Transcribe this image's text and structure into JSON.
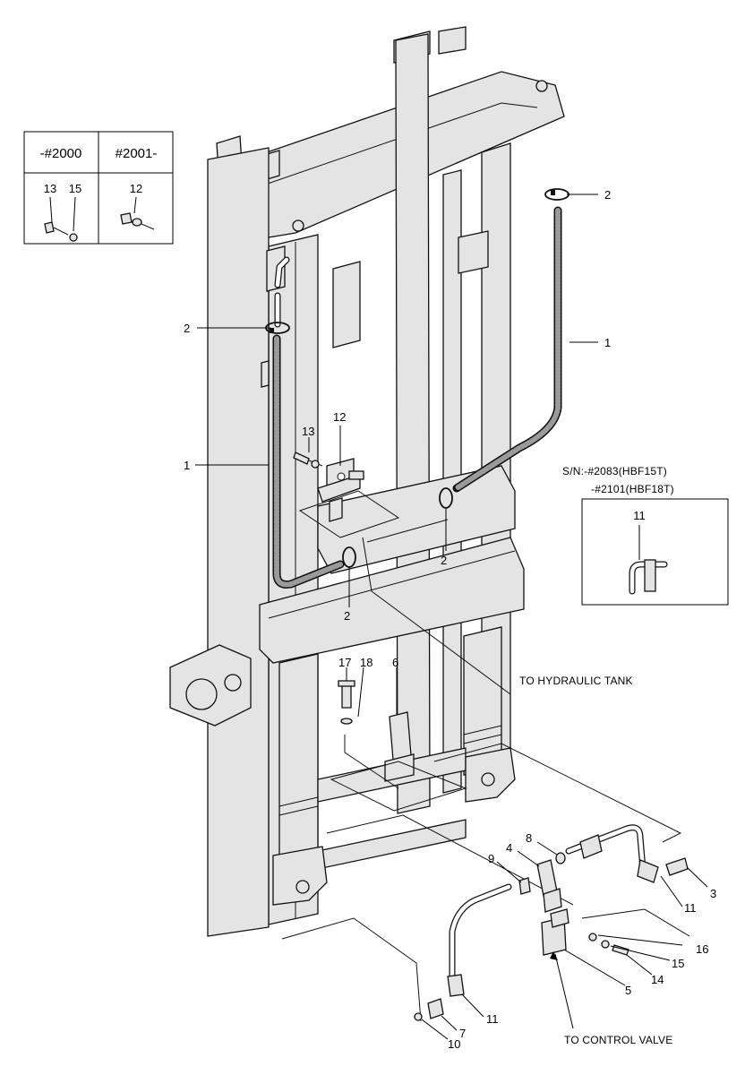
{
  "inset_table": {
    "col1_header": "-#2000",
    "col2_header": "#2001-",
    "col1_parts": [
      "13",
      "15"
    ],
    "col2_parts": [
      "12"
    ]
  },
  "inset_detail": {
    "line1": "S/N:-#2083(HBF15T)",
    "line2": "-#2101(HBF18T)",
    "part": "11"
  },
  "notes": {
    "hydraulic_tank": "TO HYDRAULIC TANK",
    "control_valve": "TO CONTROL VALVE"
  },
  "callouts": {
    "c2_top": "2",
    "c1_right": "1",
    "c2_left": "2",
    "c1_left": "1",
    "c12": "12",
    "c13": "13",
    "c2_mid": "2",
    "c2_low": "2",
    "c17": "17",
    "c18": "18",
    "c6": "6",
    "c8": "8",
    "c4": "4",
    "c9": "9",
    "c3": "3",
    "c11_right": "11",
    "c16": "16",
    "c15": "15",
    "c14": "14",
    "c5": "5",
    "c11_bottom": "11",
    "c7": "7",
    "c10": "10"
  }
}
